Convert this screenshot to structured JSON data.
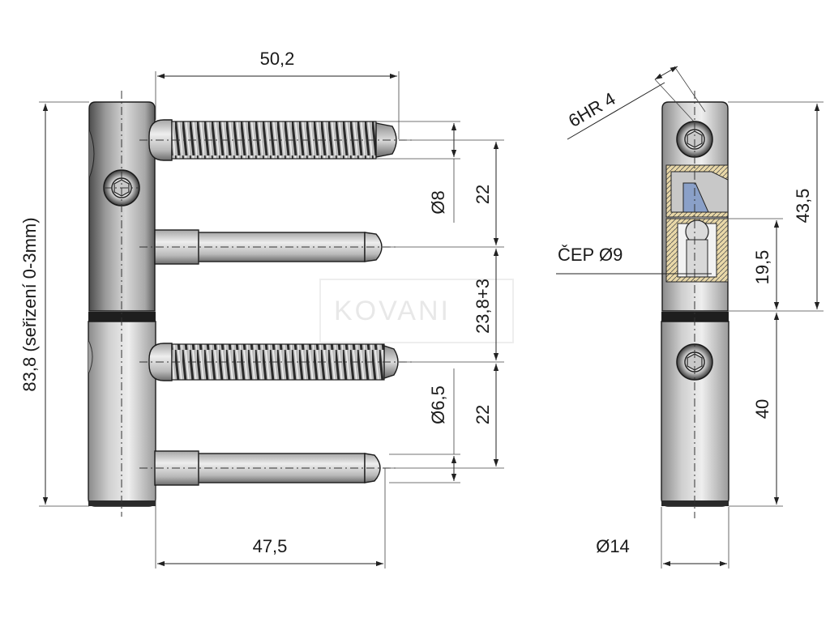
{
  "labels": {
    "width_top": "50,2",
    "width_bottom": "47,5",
    "height_total": "83,8 (seřizení 0-3mm)",
    "diam_top_screw": "Ø8",
    "diam_bottom_screw": "Ø6,5",
    "pitch_top": "22",
    "pitch_mid": "23,8+3",
    "pitch_bottom": "22",
    "wrench": "6HR 4",
    "pin": "ČEP Ø9",
    "side_top_height": "43,5",
    "side_mid_height": "19,5",
    "side_bottom_height": "40",
    "side_diameter": "Ø14"
  },
  "watermark": "KOVANI",
  "colors": {
    "line": "#222222",
    "metal_light": "#d4d4d4",
    "metal_dark": "#5a5a5a",
    "blue_insert": "#8aa0c8"
  }
}
